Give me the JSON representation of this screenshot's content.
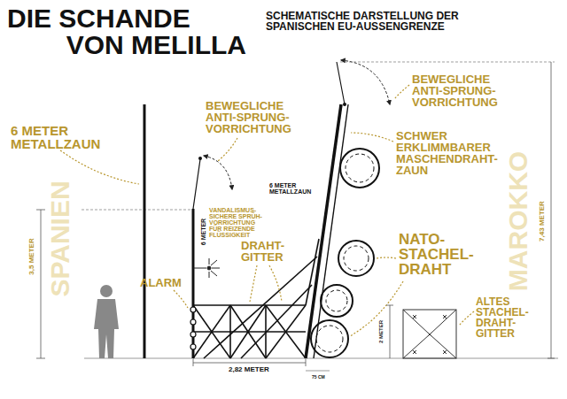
{
  "diagram": {
    "title": "DIE SCHANDE VON MELILLA",
    "labels": [
      "SCHEMATISCHE DARSTELLUNG DER SPANISCHEN EU-AUSSENGRENZE",
      "6 METER METALLZAUN",
      "SPANIEN",
      "3,5 METER",
      "6 METER",
      "BEWEGLICHE ANTI-SPRUNG- VORRICHTUNG",
      "VANDALISMUS- SICHERE SPRÜH- VORRICHTUNG FÜR REIZENDE FLÜSSIGKEIT",
      "ALARM",
      "DRAHT- GITTER",
      "2,82 METER",
      "6 METER METALLZAUN",
      "BEWEGLICHE ANTI-SPRUNG- VORRICHTUNG",
      "SCHWER ERKLIMMBARER MASCHENDRAHT- ZAUN",
      "NATO- STACHEL- DRAHT",
      "2 METER",
      "ALTES STACHEL- DRAHT- GITTER",
      "MAROKKO",
      "7,43 METER",
      "75 CM"
    ]
  }
}
